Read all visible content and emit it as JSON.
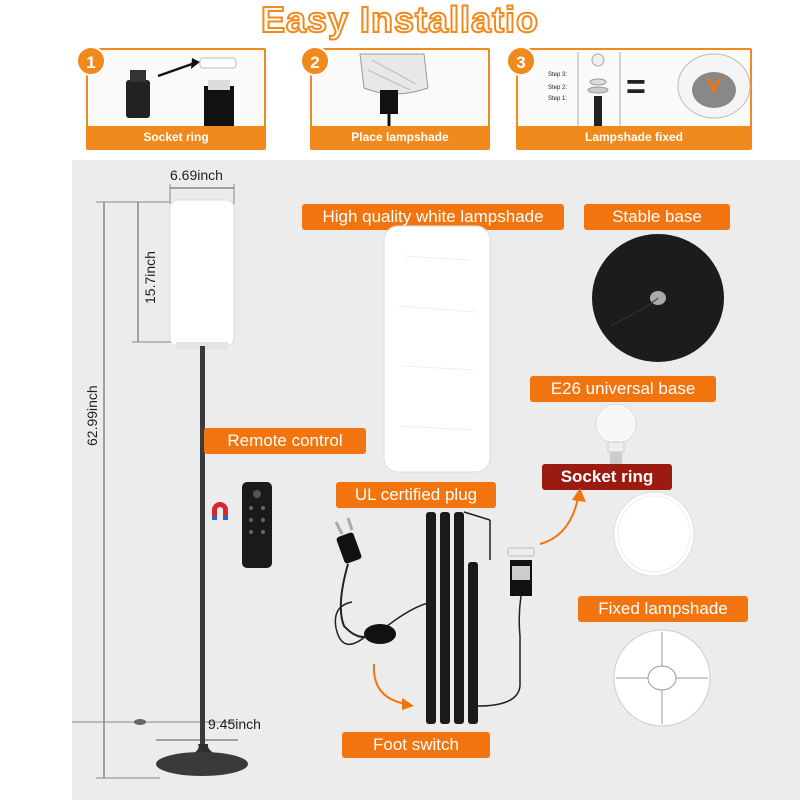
{
  "title": "Easy Installatio",
  "steps": [
    {
      "number": "1",
      "caption": "Socket ring"
    },
    {
      "number": "2",
      "caption": "Place lampshade"
    },
    {
      "number": "3",
      "caption": "Lampshade fixed",
      "substeps": [
        "Step 3:",
        "Step 2:",
        "Step 1:"
      ],
      "equals": "="
    }
  ],
  "dimensions": {
    "shade_width": "6.69inch",
    "shade_height": "15.7inch",
    "total_height": "62.99inch",
    "base_width": "9.45inch"
  },
  "labels": {
    "lampshade": "High quality white lampshade",
    "base": "Stable base",
    "bulb_base": "E26 universal base",
    "remote": "Remote control",
    "plug": "UL certified plug",
    "socket_ring": "Socket ring",
    "fixed_lampshade": "Fixed lampshade",
    "foot_switch": "Foot switch"
  },
  "colors": {
    "accent": "#f2740f",
    "dark_accent": "#9b1b10",
    "title_stroke": "#f08a1c"
  }
}
